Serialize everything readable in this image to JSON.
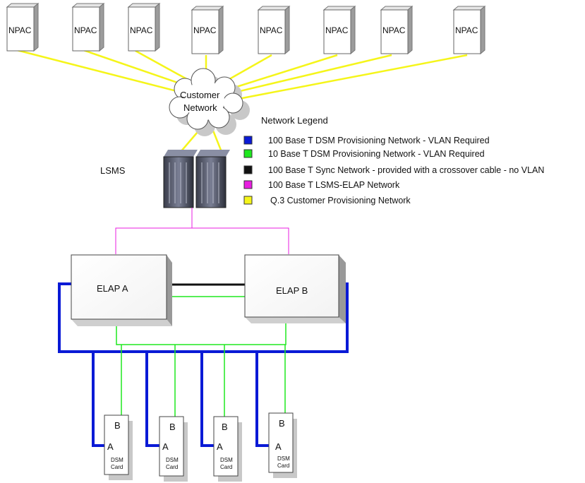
{
  "npac_nodes": [
    "NPAC",
    "NPAC",
    "NPAC",
    "NPAC",
    "NPAC",
    "NPAC",
    "NPAC",
    "NPAC"
  ],
  "cloud": {
    "line1": "Customer",
    "line2": "Network"
  },
  "lsms_label": "LSMS",
  "legend": {
    "title": "Network Legend",
    "items": [
      {
        "color": "#0a1ad6",
        "label": "100 Base T DSM Provisioning Network - VLAN Required"
      },
      {
        "color": "#1ee81e",
        "label": "10 Base T DSM Provisioning Network - VLAN Required"
      },
      {
        "color": "#111111",
        "label": "100 Base T Sync Network - provided with a crossover cable - no VLAN"
      },
      {
        "color": "#e81ee0",
        "label": "100 Base T LSMS-ELAP Network"
      },
      {
        "color": "#f5f51a",
        "label": "Q.3 Customer Provisioning Network"
      }
    ]
  },
  "elap_a": "ELAP A",
  "elap_b": "ELAP B",
  "dsm_cards": [
    {
      "top": "B",
      "bottom": "A",
      "line1": "DSM",
      "line2": "Card"
    },
    {
      "top": "B",
      "bottom": "A",
      "line1": "DSM",
      "line2": "Card"
    },
    {
      "top": "B",
      "bottom": "A",
      "line1": "DSM",
      "line2": "Card"
    },
    {
      "top": "B",
      "bottom": "A",
      "line1": "DSM",
      "line2": "Card"
    }
  ],
  "colors": {
    "blue": "#0a1ad6",
    "green": "#1ee81e",
    "black": "#111111",
    "magenta": "#e81ee0",
    "yellow": "#f5f51a"
  }
}
